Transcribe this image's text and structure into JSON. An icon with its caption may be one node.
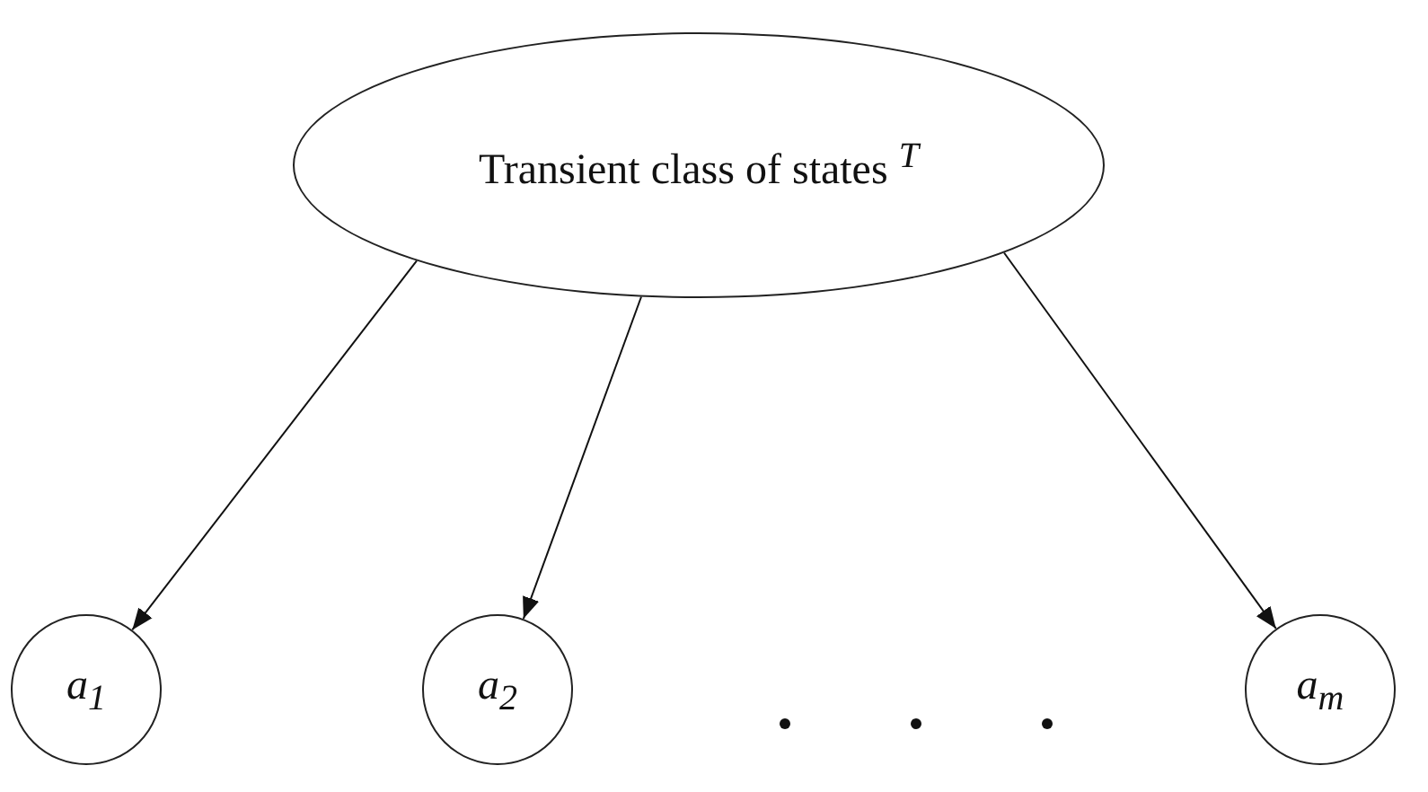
{
  "diagram": {
    "nodes": [
      {
        "text": [
          "Transient class of states $^{T}$"
        ]
      },
      {
        "text": [
          "a$_{1}$"
        ]
      },
      {
        "text": [
          "a$_{2}$"
        ]
      },
      {
        "text": [
          "a$_{m}$"
        ]
      }
    ],
    "edges": [
      {
        "from": 0,
        "to": 1,
        "arrow": "to"
      },
      {
        "from": 0,
        "to": 2,
        "arrow": "to"
      },
      {
        "from": 0,
        "to": 3,
        "arrow": "to"
      }
    ]
  }
}
